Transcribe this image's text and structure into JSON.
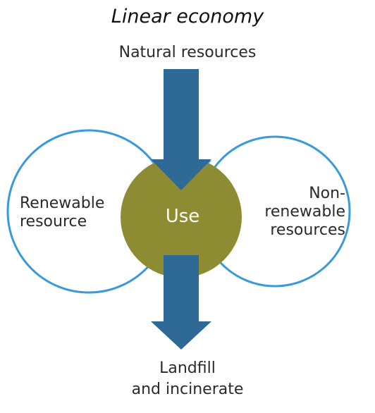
{
  "title": "Linear economy",
  "labels": {
    "top": "Natural resources",
    "left": [
      "Renewable",
      "resource"
    ],
    "right": [
      "Non-",
      "renewable",
      "resources"
    ],
    "center": "Use",
    "bottom": [
      "Landfill",
      "and incinerate"
    ]
  },
  "colors": {
    "circle_outline": "#3a9ad9",
    "use_circle": "#8d8c32",
    "arrow": "#2e6a95"
  }
}
